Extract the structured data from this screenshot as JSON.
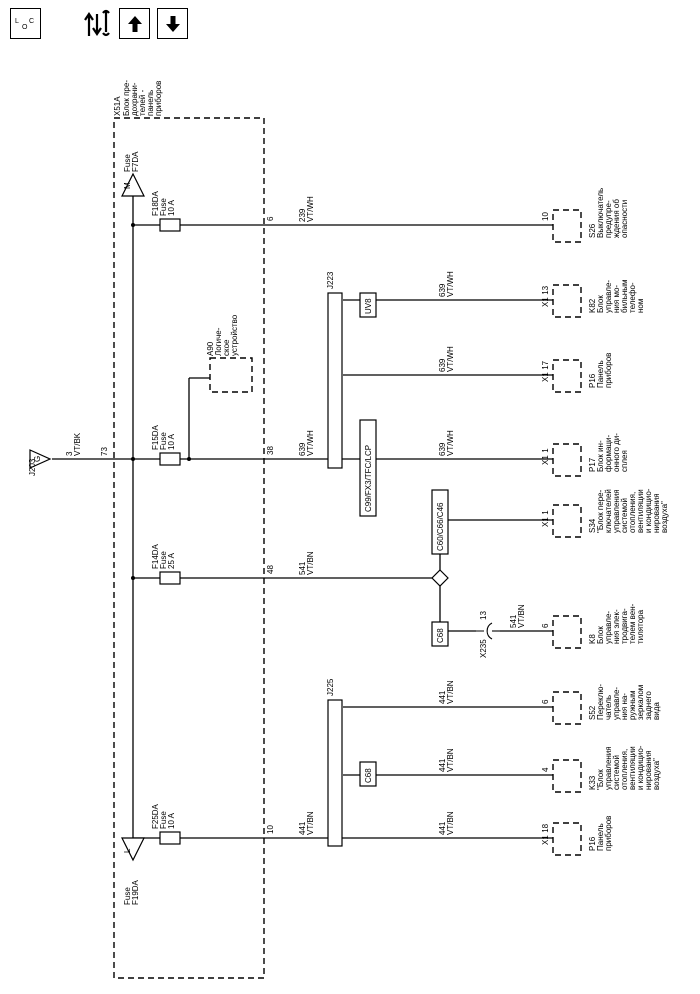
{
  "toolbar": {
    "locator_icon": "locator-icon",
    "buttons": [
      {
        "name": "swap-view-button",
        "icon": "swap-arrows-wrench-icon"
      },
      {
        "name": "page-up-button",
        "icon": "arrow-up-icon"
      },
      {
        "name": "page-down-button",
        "icon": "arrow-down-icon"
      }
    ],
    "locator_text": "L O C"
  },
  "fuse_block": {
    "id": "X51A",
    "lines": [
      "Блок пре-",
      "дохрани-",
      "телей -",
      "панель",
      "приборов"
    ]
  },
  "connectors": {
    "j203": "J203",
    "j203_pin": "G",
    "top_feed_circuit": "3",
    "top_feed_color": "VT/BK",
    "top_feed_pin": "73",
    "m_label": "M",
    "m_fuse": [
      "Fuse",
      "F7DA"
    ],
    "l_label": "L",
    "l_fuse": [
      "Fuse",
      "F19DA"
    ],
    "x235": "X235",
    "x235_pin": "13"
  },
  "fuses": [
    {
      "id": "F18DA",
      "type": "Fuse",
      "rating": "10 A"
    },
    {
      "id": "F15DA",
      "type": "Fuse",
      "rating": "10 A"
    },
    {
      "id": "F14DA",
      "type": "Fuse",
      "rating": "25 A"
    },
    {
      "id": "F25DA",
      "type": "Fuse",
      "rating": "10 A"
    }
  ],
  "pins": {
    "p6": "6",
    "p38": "38",
    "p48": "48",
    "p10": "10"
  },
  "wires": {
    "w239": [
      "239",
      "VT/WH"
    ],
    "w639a": [
      "639",
      "VT/WH"
    ],
    "w639b": [
      "639",
      "VT/WH"
    ],
    "w639c": [
      "639",
      "VT/WH"
    ],
    "w639d": [
      "639",
      "VT/WH"
    ],
    "w541a": [
      "541",
      "VT/BN"
    ],
    "w541b": [
      "541",
      "VT/BN"
    ],
    "w441a": [
      "441",
      "VT/BN"
    ],
    "w441b": [
      "441",
      "VT/BN"
    ],
    "w441c": [
      "441",
      "VT/BN"
    ],
    "w441d": [
      "441",
      "VT/BN"
    ]
  },
  "splices": {
    "j223": "J223",
    "j225": "J225"
  },
  "options": {
    "uv8": "UV8",
    "c99": "C99/FX3/TFC/LCP",
    "c60": "C60/C66/C46",
    "c68a": "C68",
    "c68b": "C68"
  },
  "device_a90": {
    "id": "A90",
    "lines": [
      "Логиче-",
      "ское",
      "устройство"
    ]
  },
  "components": [
    {
      "id": "S26",
      "conn": "",
      "pin": "10",
      "lines": [
        "Выключатель",
        "предупре-",
        "ждения об",
        "опасности"
      ]
    },
    {
      "id": "K82",
      "conn": "X1",
      "pin": "13",
      "lines": [
        "Блок",
        "управле-",
        "ния мо-",
        "бильным",
        "телефо-",
        "ном"
      ]
    },
    {
      "id": "P16",
      "conn": "X1",
      "pin": "17",
      "lines": [
        "Панель",
        "приборов"
      ]
    },
    {
      "id": "P17",
      "conn": "X1",
      "pin": "1",
      "lines": [
        "Блок ин-",
        "формаци-",
        "онного ди-",
        "сплея"
      ]
    },
    {
      "id": "S34",
      "conn": "X1",
      "pin": "1",
      "lines": [
        "\"Блок пере-",
        "ключателей",
        "управления",
        "системой",
        "отопления,",
        "вентиляции",
        "и кондицио-",
        "нирования",
        "воздуха\""
      ]
    },
    {
      "id": "K8",
      "conn": "",
      "pin": "6",
      "lines": [
        "Блок",
        "управле-",
        "ния элек-",
        "тродвига-",
        "телем вен-",
        "тилятора"
      ]
    },
    {
      "id": "S52",
      "conn": "",
      "pin": "6",
      "lines": [
        "Переклю-",
        "чатель",
        "управле-",
        "ния на-",
        "ружным",
        "зеркалом",
        "заднего",
        "вида"
      ]
    },
    {
      "id": "K33",
      "conn": "",
      "pin": "4",
      "lines": [
        "\"Блок",
        "управления",
        "системой",
        "отопления,",
        "вентиляции",
        "и кондицио-",
        "нирования",
        "воздуха\""
      ]
    },
    {
      "id": "P16",
      "conn": "X1",
      "pin": "18",
      "lines": [
        "Панель",
        "приборов"
      ]
    }
  ]
}
